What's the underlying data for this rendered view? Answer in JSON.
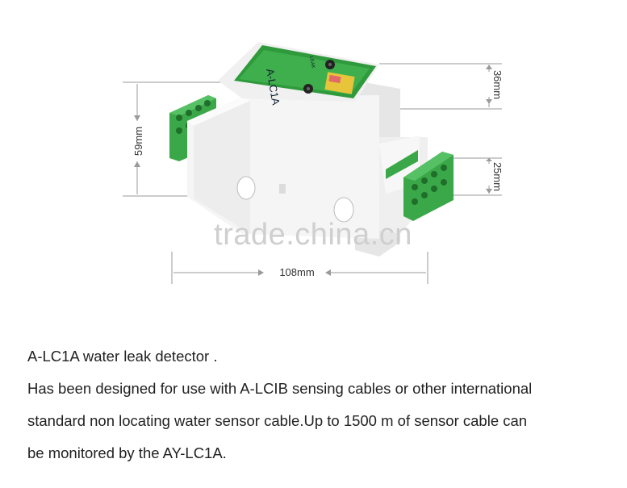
{
  "product": {
    "front_label": "A-LC1A",
    "led_label": "LEAK"
  },
  "dimensions": {
    "height_total": "59mm",
    "height_top": "36mm",
    "height_bottom": "25mm",
    "width": "108mm"
  },
  "watermark": "trade.china.cn",
  "description": {
    "line1": "A-LC1A  water  leak detector .",
    "line2": "Has been designed for use with  A-LCIB  sensing cables or other international",
    "line3": "standard non locating  water sensor cable.Up to 1500 m of sensor cable  can",
    "line4": "be monitored by the AY-LC1A."
  }
}
